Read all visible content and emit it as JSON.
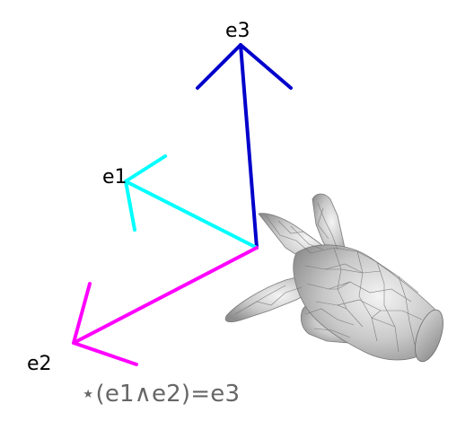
{
  "axes": {
    "e1": {
      "label": "e1",
      "color": "#00FFFF"
    },
    "e2": {
      "label": "e2",
      "color": "#FF00FF"
    },
    "e3": {
      "label": "e3",
      "color": "#0000CC"
    }
  },
  "equation": "⋆(e1∧e2)=e3",
  "model": {
    "icon": "hand-mesh-icon",
    "color": "#C8C8C8"
  }
}
